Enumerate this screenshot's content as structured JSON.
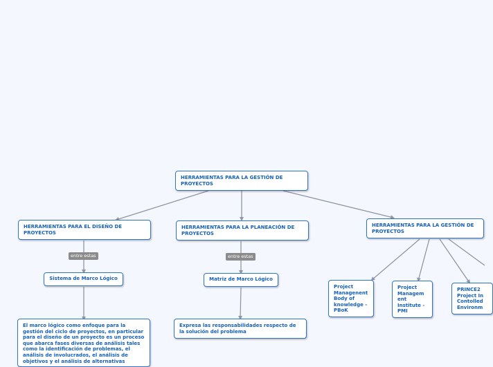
{
  "colors": {
    "node_border": "#2d74c4",
    "node_text": "#1560bd",
    "line": "#8e96a3",
    "tag_bg": "#8b8b8b",
    "background": "#f5f7fe"
  },
  "root": {
    "label": "HERRAMIENTAS PARA LA GESTIÓN DE PROYECTOS"
  },
  "branches": {
    "diseno": {
      "label": "HERRAMIENTAS PARA EL DISEÑO DE PROYECTOS",
      "connector": "entre estas",
      "child": "Sistema de Marco Lógico",
      "detail": "El marco lógico como enfoque  para la gestión del ciclo de proyectos, en particular para el diseño de un proyecto es un proceso que abarca fases diversas de análisis tales como la identificación de problemas, el análisis de involucrados, el análisis de objetivos y el análisis de alternativas"
    },
    "planeacion": {
      "label": "HERRAMIENTAS PARA LA PLANEACIÓN DE PROYECTOS",
      "connector": "entre estas",
      "child": "Matriz de Marco Lógico",
      "detail": "Expresa las responsabilidades respecto de la solución del problema"
    },
    "gestion": {
      "label": "HERRAMIENTAS PARA LA GESTIÓN DE PROYECTOS",
      "children": [
        "Project Managenent Body of knowledge - PBoK",
        "Project Managem ent Institute - PMI",
        "PRINCE2 Project In Contolled Environm"
      ]
    }
  }
}
